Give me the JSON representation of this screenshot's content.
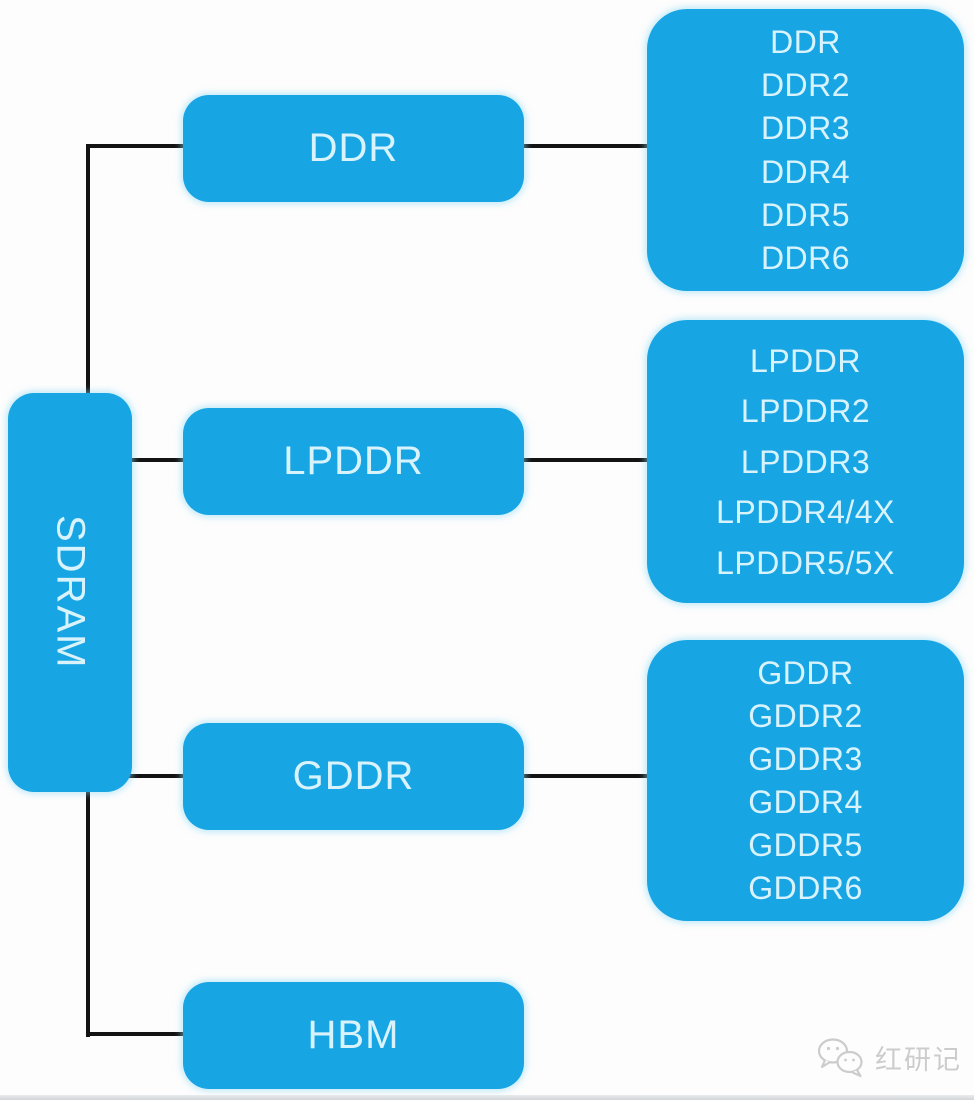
{
  "diagram": {
    "title_implicit": "SDRAM memory family tree",
    "root": {
      "label": "SDRAM"
    },
    "branches": [
      {
        "id": "ddr",
        "label": "DDR",
        "children": [
          "DDR",
          "DDR2",
          "DDR3",
          "DDR4",
          "DDR5",
          "DDR6"
        ]
      },
      {
        "id": "lpddr",
        "label": "LPDDR",
        "children": [
          "LPDDR",
          "LPDDR2",
          "LPDDR3",
          "LPDDR4/4X",
          "LPDDR5/5X"
        ]
      },
      {
        "id": "gddr",
        "label": "GDDR",
        "children": [
          "GDDR",
          "GDDR2",
          "GDDR3",
          "GDDR4",
          "GDDR5",
          "GDDR6"
        ]
      },
      {
        "id": "hbm",
        "label": "HBM",
        "children": []
      }
    ],
    "colors": {
      "node_fill": "#17a6e3",
      "node_glow": "#8cd8f6",
      "node_text": "#d9f3fd",
      "connector": "#131313",
      "background": "#fdfdfd",
      "watermark_text_color": "#cccccc"
    }
  },
  "watermark": {
    "icon": "wechat-chat-bubbles-icon",
    "text": "红研记"
  }
}
